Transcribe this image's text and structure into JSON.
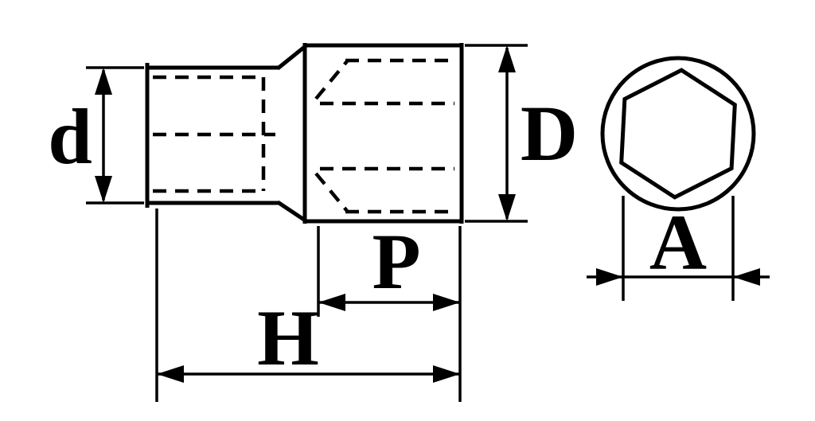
{
  "drawing": {
    "labels": {
      "small_diameter": "d",
      "large_diameter": "D",
      "socket_depth": "P",
      "overall_length": "H",
      "drive_width": "A"
    },
    "colors": {
      "line": "#000000",
      "background": "#ffffff"
    }
  }
}
